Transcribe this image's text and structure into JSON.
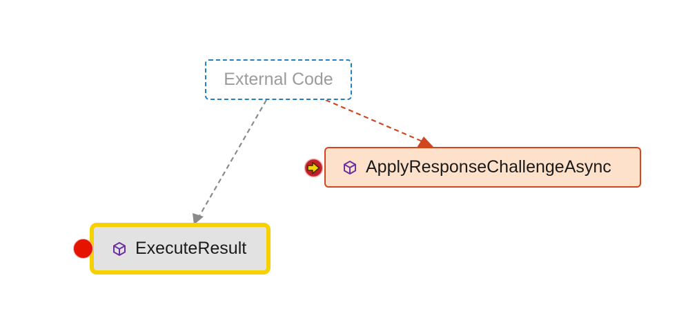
{
  "nodes": {
    "external": {
      "label": "External Code"
    },
    "apply": {
      "label": "ApplyResponseChallengeAsync",
      "icon": "method-cube-icon"
    },
    "execute": {
      "label": "ExecuteResult",
      "icon": "method-cube-icon"
    }
  },
  "markers": {
    "breakpoint": {
      "icon": "breakpoint-icon",
      "color": "#e51400"
    },
    "current_statement": {
      "icon": "current-statement-arrow-icon",
      "color": "#f7d000"
    }
  },
  "colors": {
    "external_border": "#1e7fc3",
    "apply_border": "#d0461f",
    "apply_fill": "#fde1cb",
    "execute_border": "#f7d000",
    "execute_fill": "#e2e2e2",
    "edge_active": "#d0461f",
    "edge_inactive": "#8a8a8a",
    "icon_purple": "#6b2fa0"
  }
}
